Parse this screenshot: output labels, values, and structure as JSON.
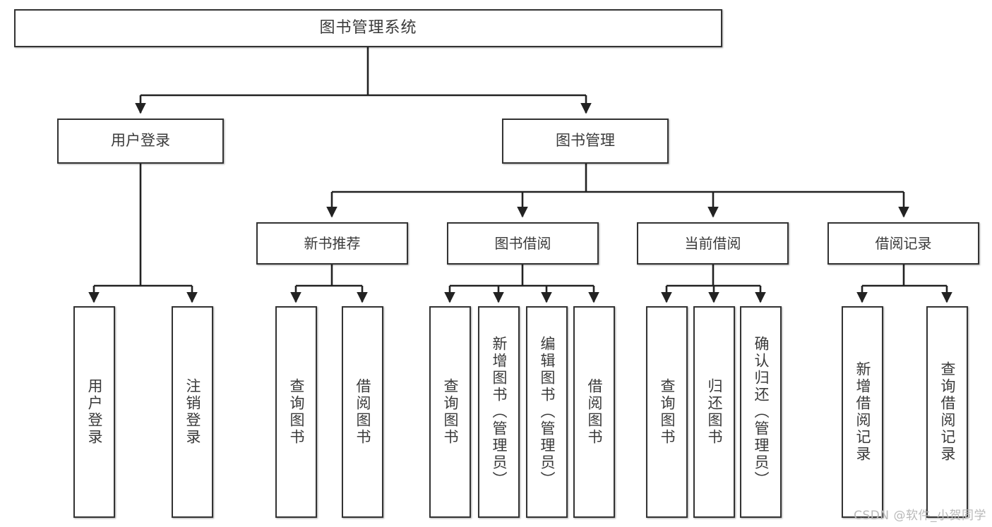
{
  "diagram": {
    "title": "图书管理系统",
    "watermark": "CSDN @软件_小贺同学",
    "colors": {
      "node_border": "#333333",
      "node_fill": "#ffffff",
      "text": "#3a3a3a",
      "connector": "#222222",
      "watermark": "#b9b9b9",
      "background": "#ffffff"
    },
    "root": {
      "label": "图书管理系统"
    },
    "level2": [
      {
        "label": "用户登录"
      },
      {
        "label": "图书管理"
      }
    ],
    "level3": [
      {
        "label": "新书推荐"
      },
      {
        "label": "图书借阅"
      },
      {
        "label": "当前借阅"
      },
      {
        "label": "借阅记录"
      }
    ],
    "leaves": {
      "user_login": [
        {
          "label": "用户登录"
        },
        {
          "label": "注销登录"
        }
      ],
      "new_book_recommend": [
        {
          "label": "查询图书"
        },
        {
          "label": "借阅图书"
        }
      ],
      "book_borrow": [
        {
          "label": "查询图书"
        },
        {
          "label": "新增图书（管理员）"
        },
        {
          "label": "编辑图书（管理员）"
        },
        {
          "label": "借阅图书"
        }
      ],
      "current_borrow": [
        {
          "label": "查询图书"
        },
        {
          "label": "归还图书"
        },
        {
          "label": "确认归还（管理员）"
        }
      ],
      "borrow_records": [
        {
          "label": "新增借阅记录"
        },
        {
          "label": "查询借阅记录"
        }
      ]
    }
  }
}
